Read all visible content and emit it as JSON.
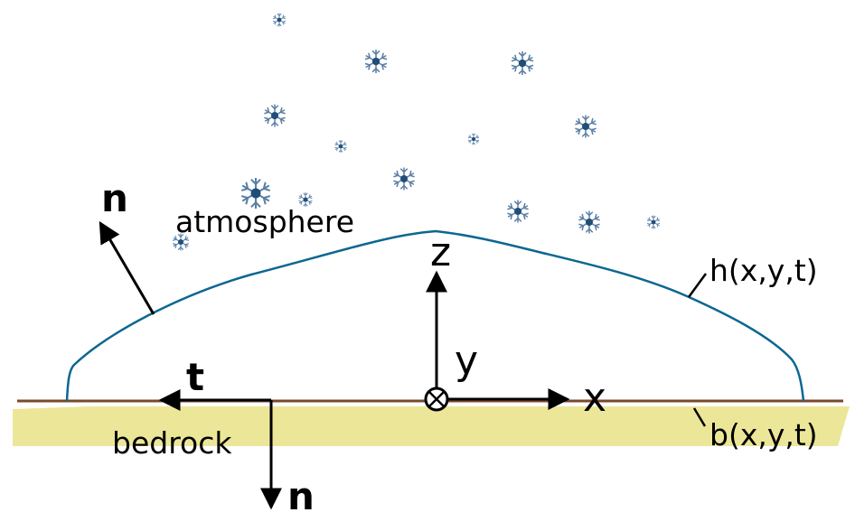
{
  "labels": {
    "atmosphere": "atmosphere",
    "bedrock": "bedrock",
    "surface": "h(x,y,t)",
    "bed": "b(x,y,t)",
    "normal_top": "n",
    "normal_bottom": "n",
    "tangent": "t",
    "axis_x": "x",
    "axis_y": "y",
    "axis_z": "z"
  },
  "colors": {
    "ice_outline": "#0c6791",
    "bedrock_fill": "#ece699",
    "bedrock_line": "#7a4a2a",
    "snowflake": "#1f4e79",
    "arrow": "#000000"
  },
  "icons": {
    "snowflake": "snowflake-icon",
    "into_page": "circle-cross-icon"
  }
}
